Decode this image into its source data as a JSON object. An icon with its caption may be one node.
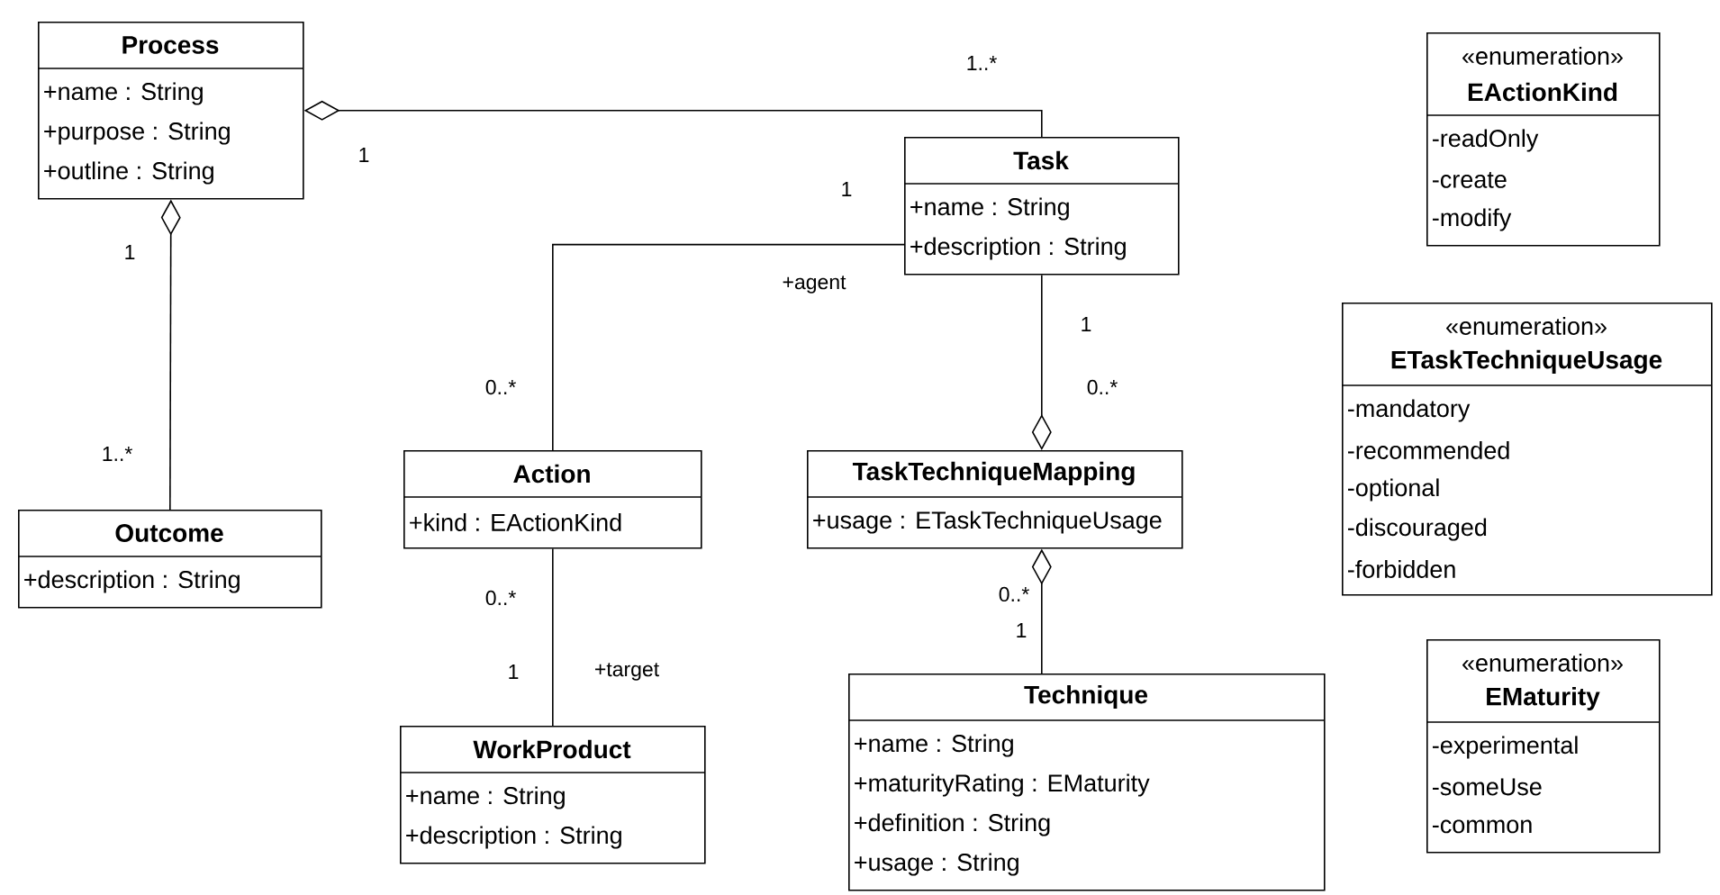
{
  "diagram": {
    "nodes": [
      {
        "text": [
          "Process",
          "+name : String",
          "+purpose : String",
          "+outline : String"
        ]
      },
      {
        "text": [
          "Task",
          "+name : String",
          "+description : String"
        ]
      },
      {
        "text": [
          "Outcome",
          "+description : String"
        ]
      },
      {
        "text": [
          "Action",
          "+kind : EActionKind"
        ]
      },
      {
        "text": [
          "TaskTechniqueMapping",
          "+usage : ETaskTechniqueUsage"
        ]
      },
      {
        "text": [
          "WorkProduct",
          "+name : String",
          "+description : String"
        ]
      },
      {
        "text": [
          "Technique",
          "+name : String",
          "+maturityRating : EMaturity",
          "+definition : String",
          "+usage : String"
        ]
      },
      {
        "text": [
          "«enumeration»",
          "EActionKind",
          "-readOnly",
          "-create",
          "-modify"
        ]
      },
      {
        "text": [
          "«enumeration»",
          "ETaskTechniqueUsage",
          "-mandatory",
          "-recommended",
          "-optional",
          "-discouraged",
          "-forbidden"
        ]
      },
      {
        "text": [
          "«enumeration»",
          "EMaturity",
          "-experimental",
          "-someUse",
          "-common"
        ]
      }
    ],
    "edges": [
      {
        "from": 0,
        "to": 1,
        "arrow": "other"
      },
      {
        "from": 0,
        "to": 2,
        "arrow": "other"
      },
      {
        "from": 1,
        "to": 3,
        "arrow": "none"
      },
      {
        "from": 4,
        "to": 1,
        "arrow": "other"
      },
      {
        "from": 4,
        "to": 6,
        "arrow": "other"
      },
      {
        "from": 3,
        "to": 5,
        "arrow": "none"
      }
    ],
    "labels": [
      "1..*",
      "1",
      "1",
      "1",
      "+agent",
      "1",
      "0..*",
      "0..*",
      "1..*",
      "0..*",
      "0..*",
      "1",
      "1",
      "+target"
    ]
  }
}
